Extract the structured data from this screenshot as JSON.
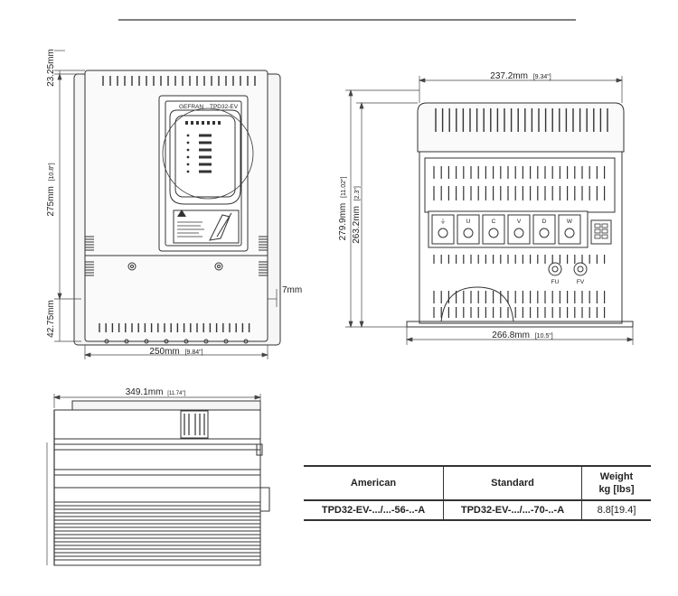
{
  "front_view": {
    "dim_top": "23.25mm",
    "dim_height_main": "275mm",
    "dim_height_main_in": "[10.8\"]",
    "dim_bottom": "42.75mm",
    "dim_side": "7mm",
    "dim_width": "250mm",
    "dim_width_in": "[9.84\"]",
    "label_model": "TPD32-EV"
  },
  "side_view": {
    "dim_width_top": "237.2mm",
    "dim_width_top_in": "[9.34\"]",
    "dim_height_full": "279.9mm",
    "dim_height_full_in": "[11.02\"]",
    "dim_height_inner": "263.2mm",
    "dim_height_inner_in": "[2.3\"]",
    "dim_width_bottom": "266.8mm",
    "dim_width_bottom_in": "[10.5\"]",
    "terminals": [
      "⏚",
      "U",
      "C",
      "V",
      "D",
      "W"
    ],
    "fuses": [
      "FU",
      "FV"
    ]
  },
  "top_view": {
    "dim_depth": "349.1mm",
    "dim_depth_in": "[11.74\"]"
  },
  "table": {
    "headers": [
      "American",
      "Standard",
      "Weight",
      "kg [lbs]"
    ],
    "rows": [
      {
        "american": "TPD32-EV-.../...-56-..-A",
        "standard": "TPD32-EV-.../...-70-..-A",
        "weight": "8.8[19.4]"
      }
    ]
  }
}
